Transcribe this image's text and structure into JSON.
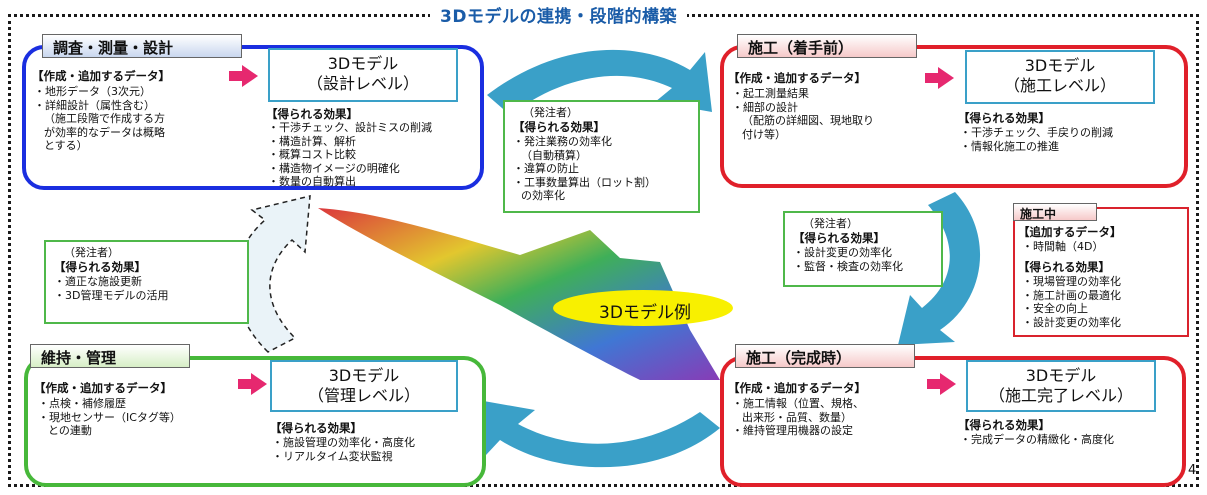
{
  "title": "3Dモデルの連携・段階的構築",
  "page_number": "4",
  "colors": {
    "blue_panel": "#1a2ee0",
    "red_panel": "#e0202a",
    "green_panel": "#47b83a",
    "arrow": "#3aa0c8",
    "pink_arrow": "#e6286f"
  },
  "design": {
    "tag": "調査・測量・設計",
    "data_header": "【作成・追加するデータ】",
    "data_items": [
      "・地形データ（3次元）",
      "・詳細設計（属性含む）",
      "（施工段階で作成する方",
      "が効率的なデータは概略",
      "とする）"
    ],
    "model_line1": "3Dモデル",
    "model_line2": "（設計レベル）",
    "effect_header": "【得られる効果】",
    "effect_items": [
      "・干渉チェック、設計ミスの削減",
      "・構造計算、解析",
      "・概算コスト比較",
      "・構造物イメージの明確化",
      "・数量の自動算出"
    ]
  },
  "construction_start": {
    "tag": "施工（着手前）",
    "data_header": "【作成・追加するデータ】",
    "data_items": [
      "・起工測量結果",
      "・細部の設計",
      "（配筋の詳細図、現地取り",
      "付け等）"
    ],
    "model_line1": "3Dモデル",
    "model_line2": "（施工レベル）",
    "effect_header": "【得られる効果】",
    "effect_items": [
      "・干渉チェック、手戻りの削減",
      "・情報化施工の推進"
    ]
  },
  "construction_during": {
    "tag": "施工中",
    "data_header": "【追加するデータ】",
    "data_items": [
      "・時間軸（4D）"
    ],
    "effect_header": "【得られる効果】",
    "effect_items": [
      "・現場管理の効率化",
      "・施工計画の最適化",
      "・安全の向上",
      "・設計変更の効率化"
    ]
  },
  "construction_complete": {
    "tag": "施工（完成時）",
    "data_header": "【作成・追加するデータ】",
    "data_items": [
      "・施工情報（位置、規格、",
      "出来形・品質、数量）",
      "・維持管理用機器の設定"
    ],
    "model_line1": "3Dモデル",
    "model_line2": "（施工完了レベル）",
    "effect_header": "【得られる効果】",
    "effect_items": [
      "・完成データの精緻化・高度化"
    ]
  },
  "maintenance": {
    "tag": "維持・管理",
    "data_header": "【作成・追加するデータ】",
    "data_items": [
      "・点検・補修履歴",
      "・現地センサー（ICタグ等）",
      "との連動"
    ],
    "model_line1": "3Dモデル",
    "model_line2": "（管理レベル）",
    "effect_header": "【得られる効果】",
    "effect_items": [
      "・施設管理の効率化・高度化",
      "・リアルタイム変状監視"
    ]
  },
  "owner_box_top": {
    "sub": "（発注者）",
    "header": "【得られる効果】",
    "items": [
      "・発注業務の効率化",
      "（自動積算）",
      "・違算の防止",
      "・工事数量算出（ロット割）",
      "の効率化"
    ]
  },
  "owner_box_right": {
    "sub": "（発注者）",
    "header": "【得られる効果】",
    "items": [
      "・設計変更の効率化",
      "・監督・検査の効率化"
    ]
  },
  "owner_box_left": {
    "sub": "（発注者）",
    "header": "【得られる効果】",
    "items": [
      "・適正な施設更新",
      "・3D管理モデルの活用"
    ]
  },
  "example_label": "3Dモデル例"
}
